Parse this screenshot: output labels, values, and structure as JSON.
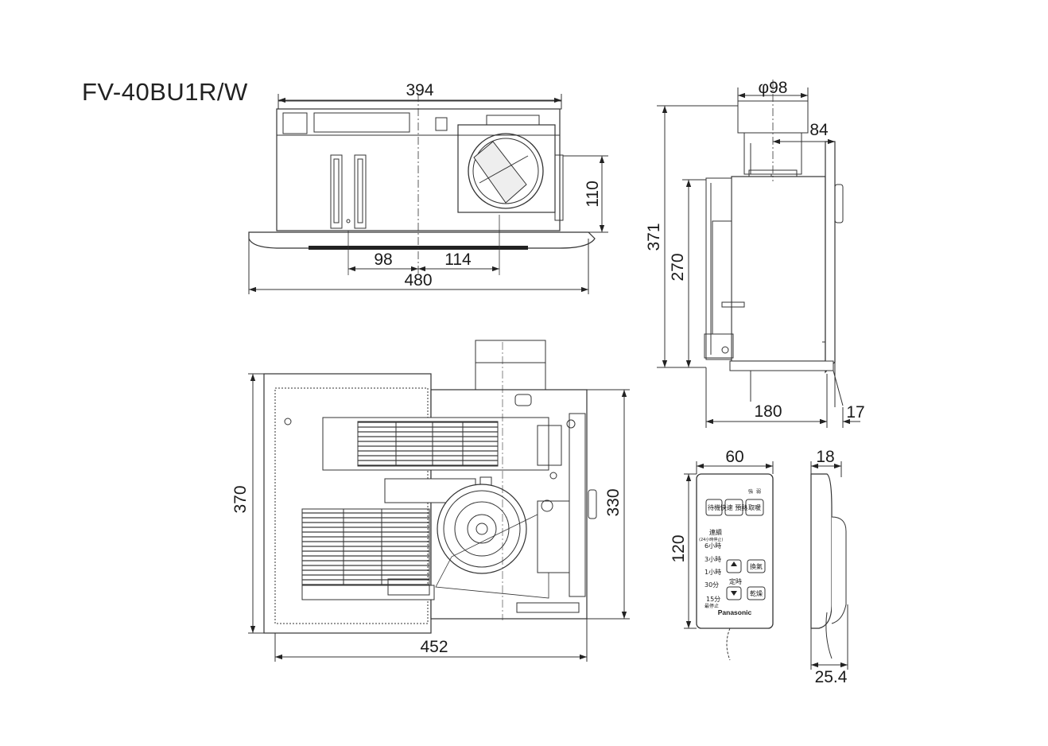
{
  "model": "FV-40BU1R/W",
  "dimensions": {
    "front_width_top": "394",
    "front_duct_height": "110",
    "front_offset_left": "98",
    "front_offset_right": "114",
    "front_panel_width": "480",
    "side_duct_diameter": "φ98",
    "side_duct_offset": "84",
    "side_total_height": "371",
    "side_body_height": "270",
    "side_depth": "180",
    "side_panel_thickness": "17",
    "plan_height": "370",
    "plan_body_height": "330",
    "plan_width": "452",
    "remote_width": "60",
    "remote_height": "120",
    "remote_depth": "18",
    "remote_depth_total": "25.4"
  },
  "remote": {
    "brand": "Panasonic",
    "btn_standby": "待機",
    "btn_quick_heat": "快速\n預熱",
    "btn_heating": "取暖",
    "btn_ventilate": "換氣",
    "btn_dry": "乾燥",
    "timer_label": "定時",
    "label_continuous": "連續",
    "label_continuous_sub": "(24小時停止)",
    "label_6h": "6小時",
    "label_3h": "3小時",
    "label_1h": "1小時",
    "label_30m": "30分",
    "label_15m": "15分",
    "label_stop": "最停止",
    "led_a": "強",
    "led_b": "弱"
  }
}
